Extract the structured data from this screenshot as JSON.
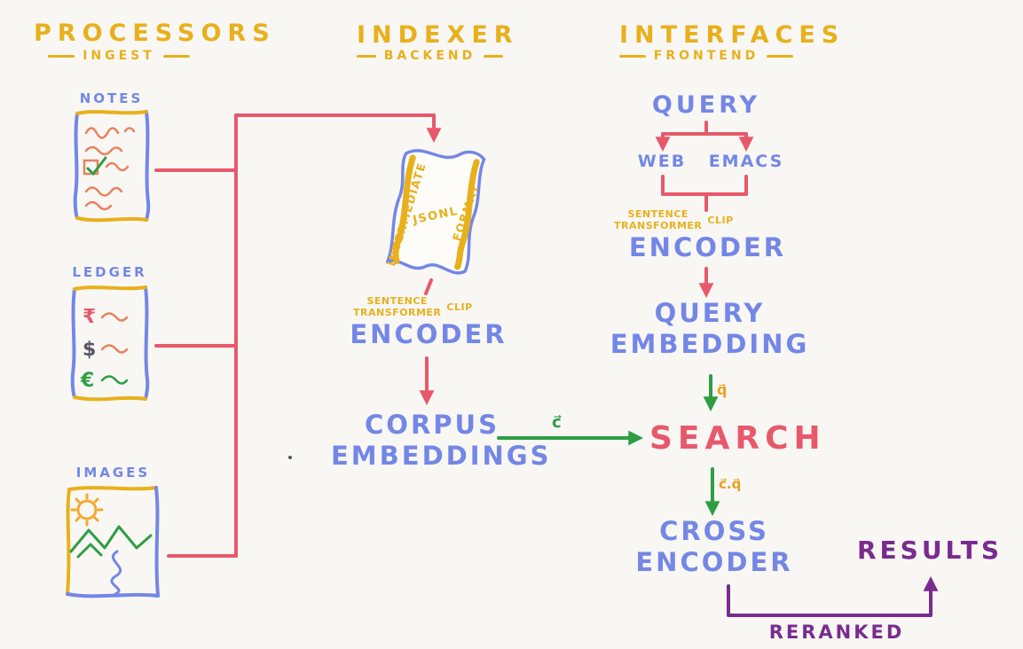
{
  "colors": {
    "background": "#f8f7f4",
    "yellow": "#e8b01c",
    "blue": "#7487e6",
    "red": "#e8586b",
    "green": "#2e9e44",
    "purple": "#7a2b8f",
    "sketch_orange": "#e8825f",
    "sun_orange": "#f2aa2e"
  },
  "headers": {
    "processors": {
      "title": "PROCESSORS",
      "subtitle": "INGEST"
    },
    "indexer": {
      "title": "INDEXER",
      "subtitle": "BACKEND"
    },
    "interfaces": {
      "title": "INTERFACES",
      "subtitle": "FRONTEND"
    }
  },
  "processors": {
    "notes": {
      "label": "NOTES"
    },
    "ledger": {
      "label": "LEDGER",
      "currency_rupee": "₹",
      "currency_dollar": "$",
      "currency_euro": "€"
    },
    "images": {
      "label": "IMAGES"
    }
  },
  "indexer": {
    "scroll": {
      "left_label": "INTERMEDIATE",
      "center_label": "JSONL",
      "right_label": "FORMAT"
    },
    "encoder_model": {
      "line1": "SENTENCE",
      "line2": "TRANSFORMER",
      "clip": "CLIP"
    },
    "encoder_label": "ENCODER",
    "corpus_line1": "CORPUS",
    "corpus_line2": "EMBEDDINGS",
    "corpus_vector": "c⃗"
  },
  "interfaces": {
    "query_label": "QUERY",
    "web_label": "WEB",
    "emacs_label": "EMACS",
    "encoder_model": {
      "line1": "SENTENCE",
      "line2": "TRANSFORMER",
      "clip": "CLIP"
    },
    "encoder_label": "ENCODER",
    "query_embedding_line1": "QUERY",
    "query_embedding_line2": "EMBEDDING",
    "query_vector": "q⃗",
    "search_label": "SEARCH",
    "dot_product_vector": "c⃗.q⃗",
    "cross_encoder_line1": "CROSS",
    "cross_encoder_line2": "ENCODER",
    "results_label": "RESULTS",
    "reranked_label": "RERANKED"
  }
}
